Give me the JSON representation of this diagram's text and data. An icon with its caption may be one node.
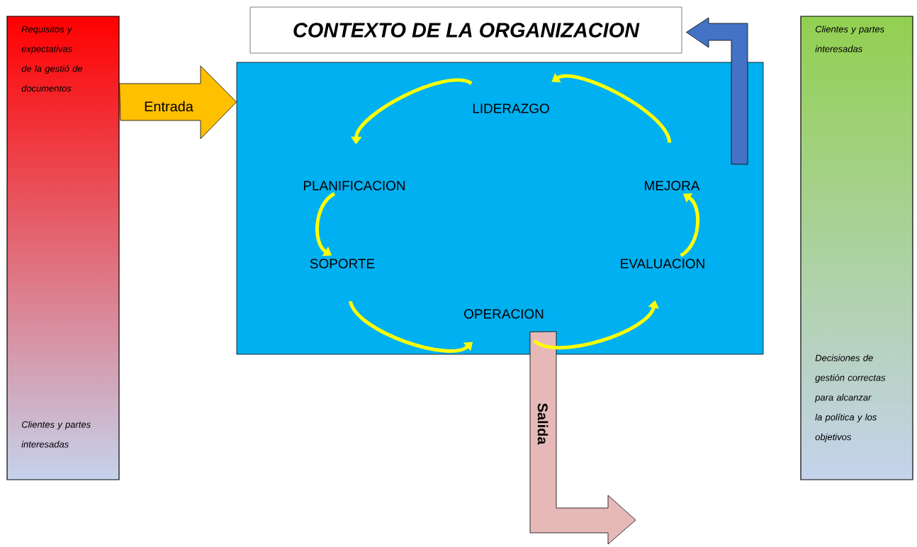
{
  "diagram": {
    "nodes": [
      {
        "text": [
          "Requisitos y expectativas de la gestió de documentos",
          "Clientes y partes interesadas"
        ]
      },
      {
        "text": [
          "CONTEXTO DE LA ORGANIZACION"
        ]
      },
      {
        "text": [],
        "shape": "box"
      },
      {
        "text": [
          "LIDERAZGO"
        ],
        "in": 2
      },
      {
        "text": [
          "PLANIFICACION"
        ],
        "in": 2
      },
      {
        "text": [
          "MEJORA"
        ],
        "in": 2
      },
      {
        "text": [
          "SOPORTE"
        ],
        "in": 2
      },
      {
        "text": [
          "EVALUACION"
        ],
        "in": 2
      },
      {
        "text": [
          "OPERACION"
        ],
        "in": 2
      },
      {
        "text": [
          "Clientes y partes interesadas",
          "Decisiones de gestión correctas para alcanzar la política y los objetivos"
        ]
      }
    ],
    "edges": [
      {
        "from": 0,
        "to": 2,
        "arrow": "to",
        "label": "Entrada",
        "style": "thick",
        "color": "#ffc000"
      },
      {
        "from": 2,
        "to": 1,
        "arrow": "to",
        "style": "thick",
        "color": "#4472c4"
      },
      {
        "from": 2,
        "to": null,
        "arrow": "to",
        "label": "Salida",
        "style": "thick",
        "color": "#e6b9b8"
      },
      {
        "from": 4,
        "to": 6,
        "arrow": "to"
      },
      {
        "from": 6,
        "to": 8,
        "arrow": "to"
      },
      {
        "from": 8,
        "to": 7,
        "arrow": "to"
      },
      {
        "from": 7,
        "to": 5,
        "arrow": "to"
      },
      {
        "from": 5,
        "to": 3,
        "arrow": "to"
      },
      {
        "from": 3,
        "to": 4,
        "arrow": "to"
      }
    ]
  }
}
